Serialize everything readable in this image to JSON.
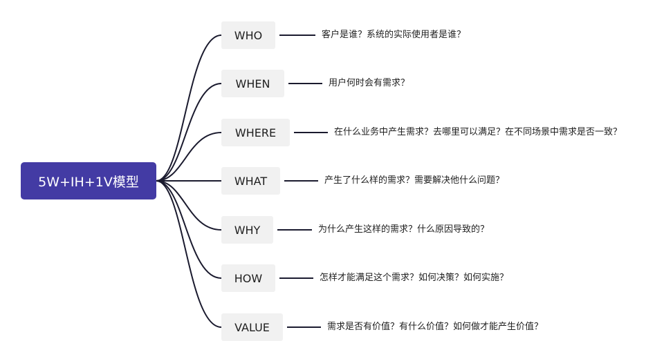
{
  "root": {
    "label": "5W+IH+1V模型"
  },
  "branches": [
    {
      "label": "WHO",
      "text": "客户是谁？系统的实际使用者是谁？"
    },
    {
      "label": "WHEN",
      "text": "用户何时会有需求？"
    },
    {
      "label": "WHERE",
      "text": "在什么业务中产生需求？去哪里可以满足？在不同场景中需求是否一致？"
    },
    {
      "label": "WHAT",
      "text": "产生了什么样的需求？需要解决他什么问题？"
    },
    {
      "label": "WHY",
      "text": "为什么产生这样的需求？什么原因导致的？"
    },
    {
      "label": "HOW",
      "text": "怎样才能满足这个需求？如何决策？如何实施？"
    },
    {
      "label": "VALUE",
      "text": "需求是否有价值？有什么价值？如何做才能产生价值？"
    }
  ],
  "colors": {
    "root_fill": "#433ba4",
    "branch_fill": "#f1f1f1",
    "line": "#1a1a2e"
  }
}
